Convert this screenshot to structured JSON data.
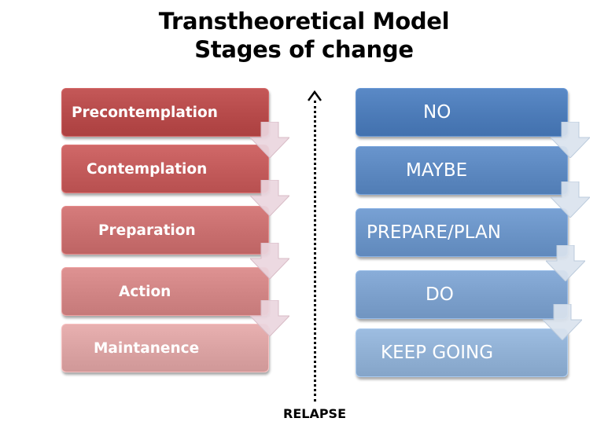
{
  "title": {
    "line1": "Transtheoretical Model",
    "line2": "Stages of change"
  },
  "stages": [
    {
      "label": "Precontemplation",
      "color": "#b64a4a"
    },
    {
      "label": "Contemplation",
      "color": "#c25a5a"
    },
    {
      "label": "Preparation",
      "color": "#c86e6e"
    },
    {
      "label": "Action",
      "color": "#d08484"
    },
    {
      "label": "Maintanence",
      "color": "#daa2a2"
    }
  ],
  "actions": [
    {
      "label": "NO",
      "color": "#4c7bb8"
    },
    {
      "label": "MAYBE",
      "color": "#5b87bf"
    },
    {
      "label": "PREPARE/PLAN",
      "color": "#6a93c6"
    },
    {
      "label": "DO",
      "color": "#7b9fcb"
    },
    {
      "label": "KEEP GOING",
      "color": "#8fafd3"
    }
  ],
  "relapse": {
    "label": "RELAPSE"
  },
  "colors": {
    "connector_arrow": "#e9dbe3",
    "connector_arrow_blue": "#dbe3ee"
  }
}
